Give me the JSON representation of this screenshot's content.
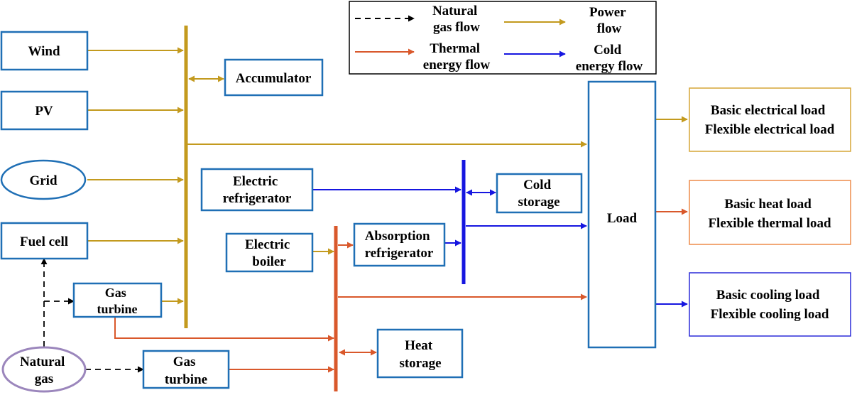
{
  "legend": {
    "natural_gas_flow": [
      "Natural",
      "gas flow"
    ],
    "power_flow": [
      "Power",
      "flow"
    ],
    "thermal_energy_flow": [
      "Thermal",
      "energy flow"
    ],
    "cold_energy_flow": [
      "Cold",
      "energy flow"
    ]
  },
  "sources": {
    "wind": "Wind",
    "pv": "PV",
    "grid": "Grid",
    "fuel_cell": "Fuel cell",
    "natural_gas": [
      "Natural",
      "gas"
    ]
  },
  "devices": {
    "gas_turbine_upper": [
      "Gas",
      "turbine"
    ],
    "gas_turbine_lower": [
      "Gas",
      "turbine"
    ],
    "accumulator": "Accumulator",
    "electric_refrigerator": [
      "Electric",
      "refrigerator"
    ],
    "cold_storage": [
      "Cold",
      "storage"
    ],
    "electric_boiler": [
      "Electric",
      "boiler"
    ],
    "absorption_refrigerator": [
      "Absorption",
      "refrigerator"
    ],
    "heat_storage": [
      "Heat",
      "storage"
    ],
    "load": "Load"
  },
  "loads": {
    "electrical": [
      "Basic electrical load",
      "Flexible electrical load"
    ],
    "heat": [
      "Basic heat load",
      "Flexible thermal load"
    ],
    "cooling": [
      "Basic cooling load",
      "Flexible cooling load"
    ]
  },
  "colors": {
    "power": "#C39A1E",
    "thermal": "#D9582B",
    "cold": "#1616E0",
    "gas": "#000000",
    "box_border": "#1F6FB5",
    "natural_gas_border": "#9B86BC",
    "electrical_load_border": "#D6A636",
    "heat_load_border": "#EE8C4A",
    "cooling_load_border": "#2B2BD8"
  }
}
